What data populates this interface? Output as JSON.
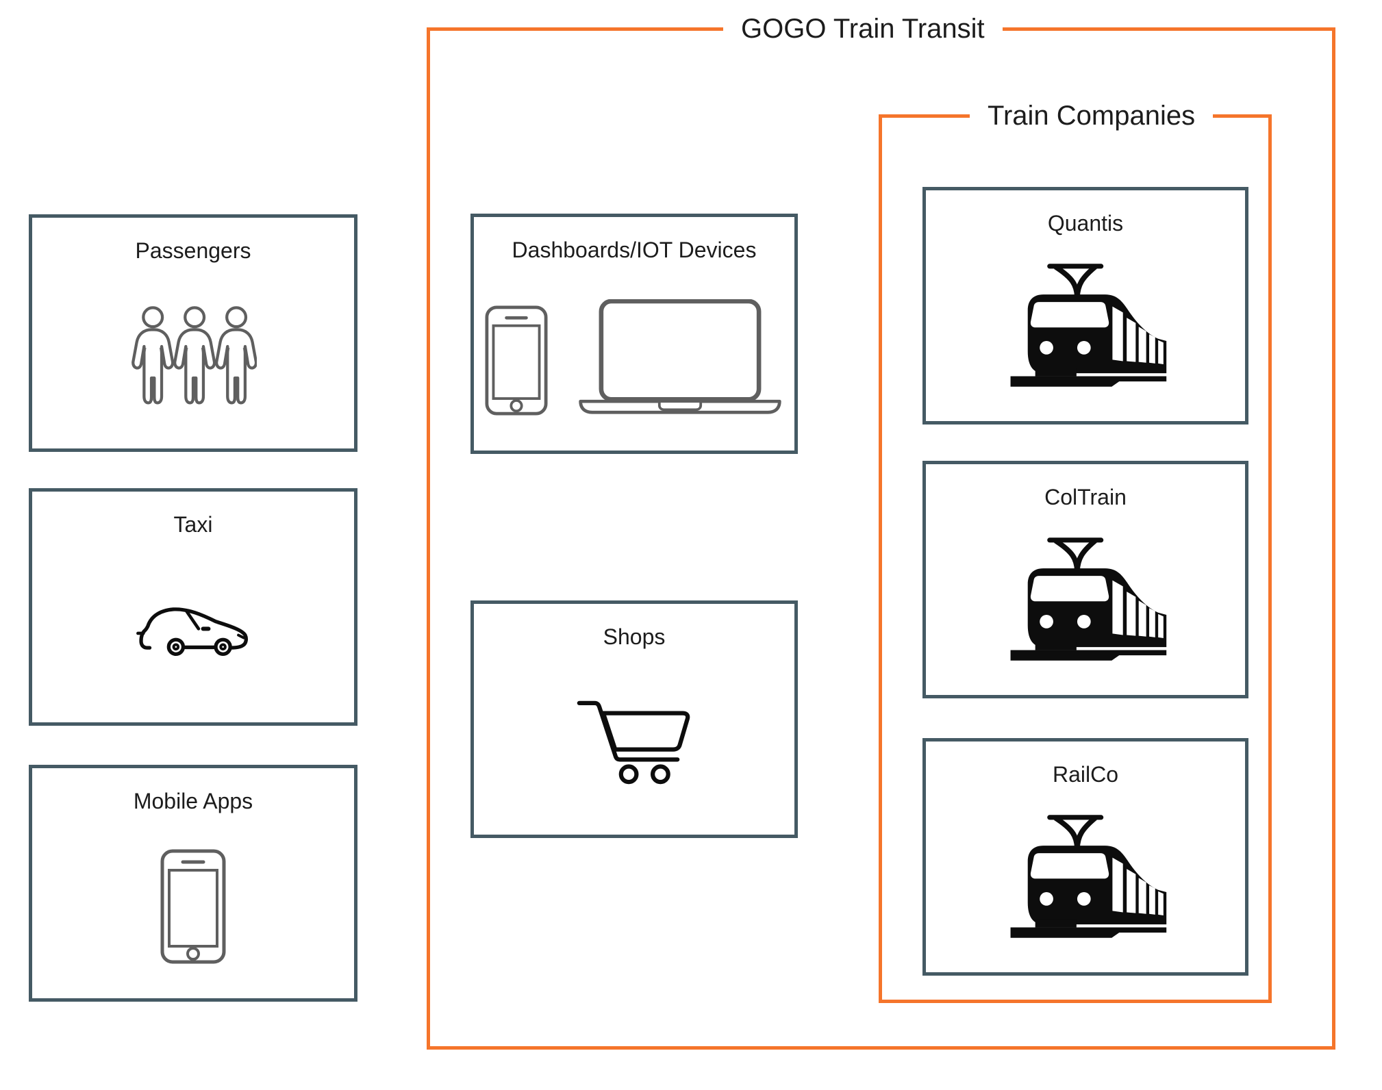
{
  "groups": {
    "outer": {
      "title": "GOGO Train Transit"
    },
    "inner": {
      "title": "Train Companies"
    }
  },
  "nodes": {
    "passengers": {
      "label": "Passengers",
      "icon": "people-icon"
    },
    "taxi": {
      "label": "Taxi",
      "icon": "car-icon"
    },
    "mobile_apps": {
      "label": "Mobile Apps",
      "icon": "smartphone-icon"
    },
    "dashboards": {
      "label": "Dashboards/IOT Devices",
      "icon": "smartphone-and-laptop-icons"
    },
    "shops": {
      "label": "Shops",
      "icon": "cart-icon"
    },
    "quantis": {
      "label": "Quantis",
      "icon": "train-icon"
    },
    "coltrain": {
      "label": "ColTrain",
      "icon": "train-icon"
    },
    "railco": {
      "label": "RailCo",
      "icon": "train-icon"
    }
  },
  "colors": {
    "group_border": "#F5752B",
    "node_border": "#455A64",
    "text": "#1C1C1C",
    "icon_gray": "#5F5F5F",
    "icon_black": "#0D0D0D"
  }
}
